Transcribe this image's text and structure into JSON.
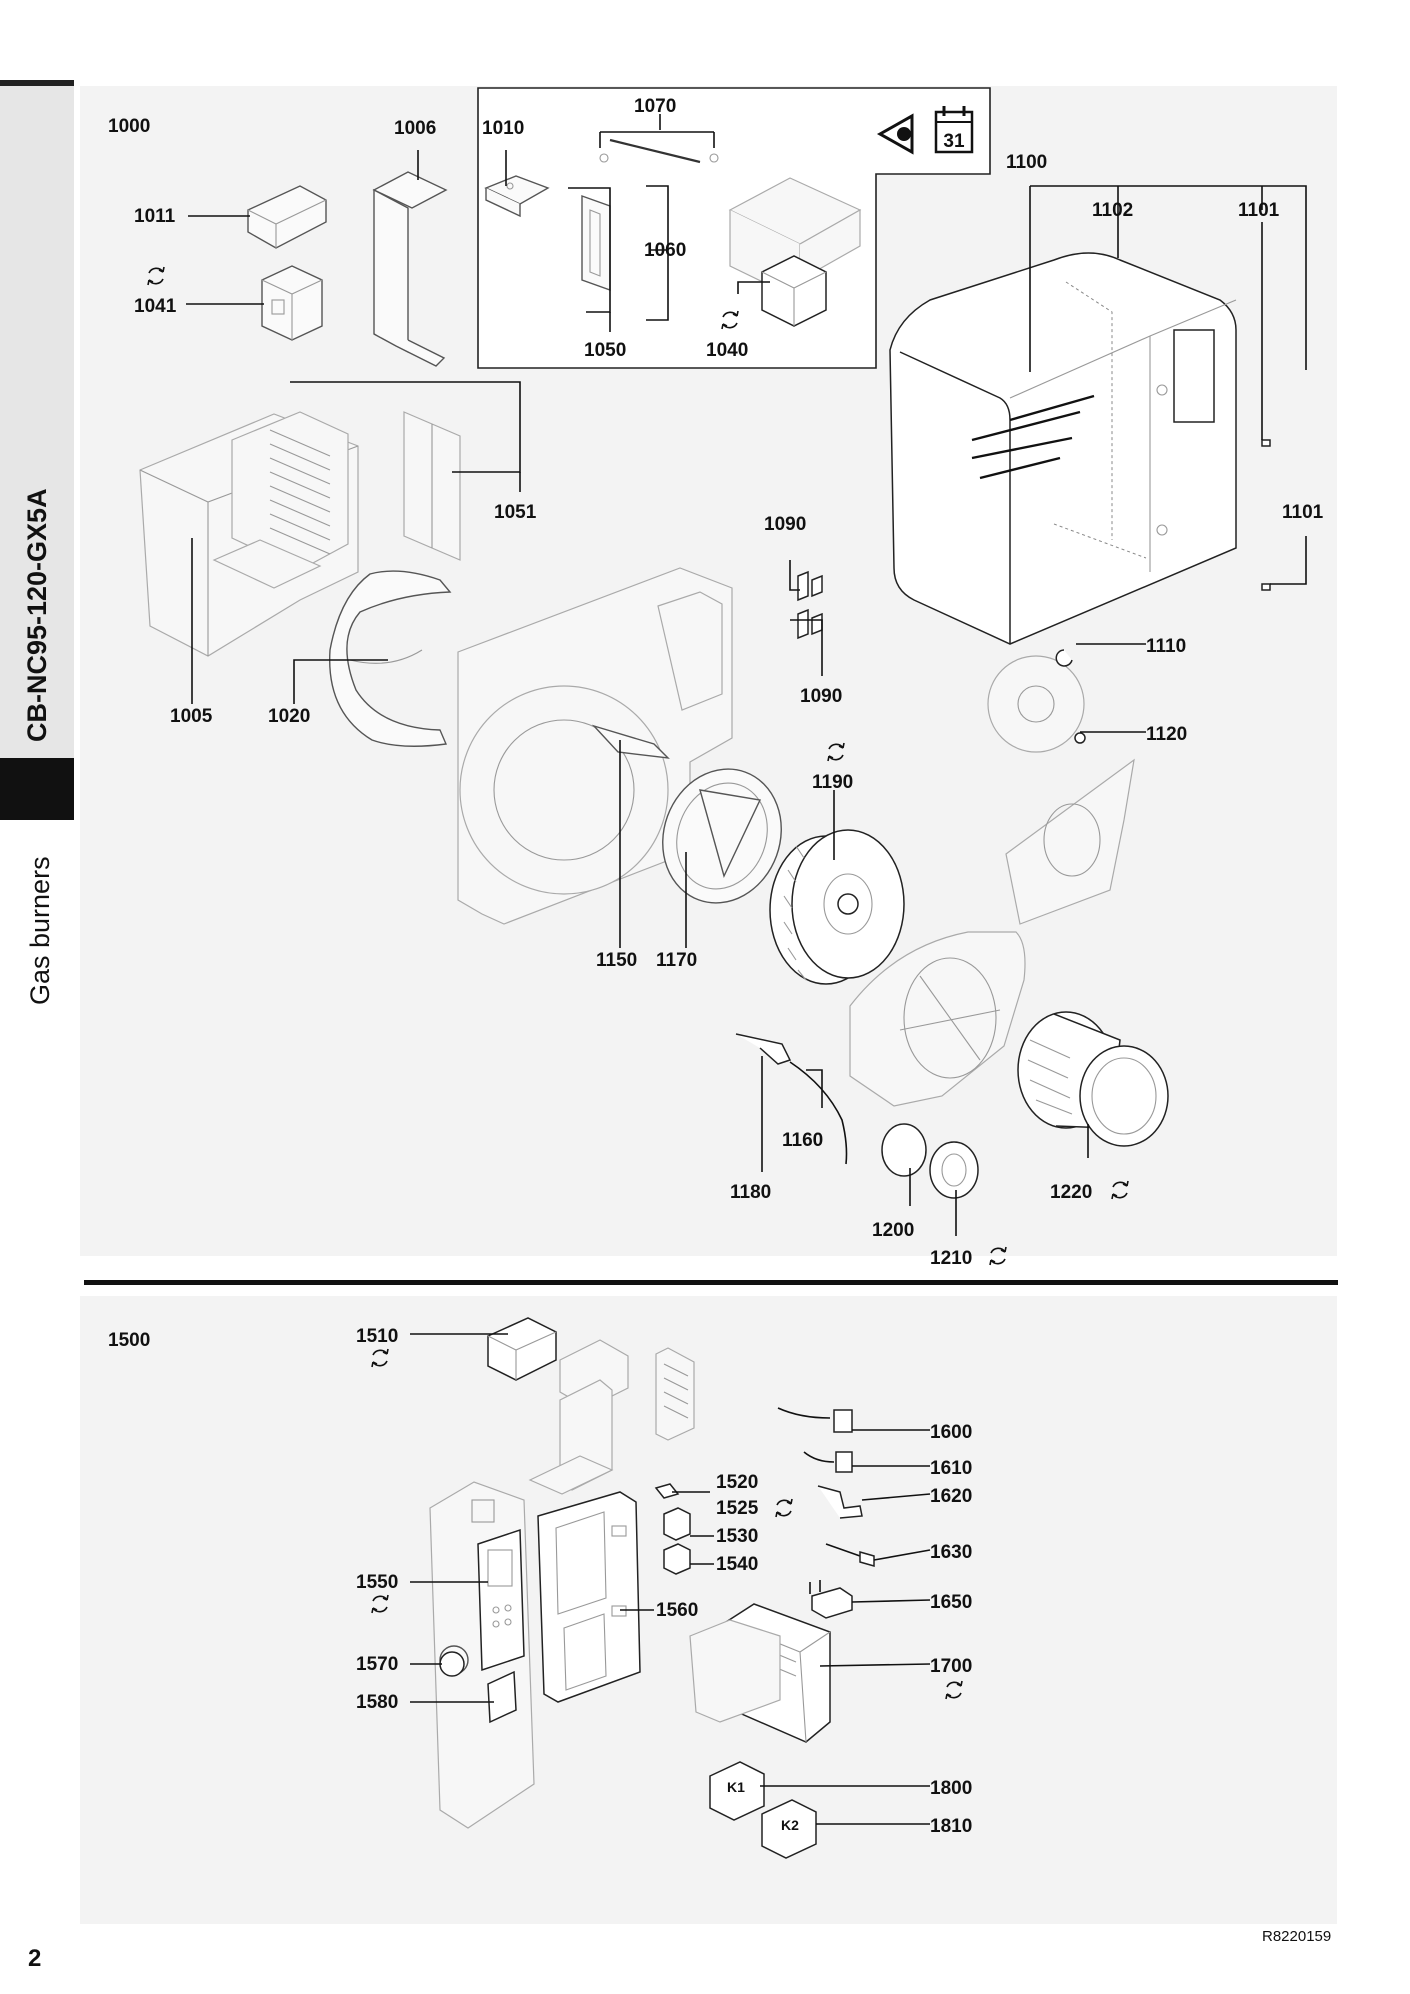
{
  "sidebar": {
    "model": "CB-NC95-120-GX5A",
    "section": "Gas burners"
  },
  "page_number": "2",
  "reference_code": "R8220159",
  "calendar_icon_label": "31",
  "groups": {
    "top": "1000",
    "bottom": "1500"
  },
  "labels": {
    "p1006": "1006",
    "p1010": "1010",
    "p1070": "1070",
    "p1011": "1011",
    "p1060": "1060",
    "p1041": "1041",
    "p1050": "1050",
    "p1040": "1040",
    "p1100": "1100",
    "p1102": "1102",
    "p1101a": "1101",
    "p1101b": "1101",
    "p1051": "1051",
    "p1090a": "1090",
    "p1090b": "1090",
    "p1005": "1005",
    "p1020": "1020",
    "p1110": "1110",
    "p1120": "1120",
    "p1190": "1190",
    "p1150": "1150",
    "p1170": "1170",
    "p1160": "1160",
    "p1180": "1180",
    "p1200": "1200",
    "p1220": "1220",
    "p1210": "1210",
    "p1510": "1510",
    "p1600": "1600",
    "p1610": "1610",
    "p1520": "1520",
    "p1525": "1525",
    "p1620": "1620",
    "p1530": "1530",
    "p1630": "1630",
    "p1540": "1540",
    "p1550": "1550",
    "p1650": "1650",
    "p1560": "1560",
    "p1570": "1570",
    "p1700": "1700",
    "p1580": "1580",
    "p1800": "1800",
    "p1810": "1810"
  },
  "icons": {
    "exchange": "exchange-icon",
    "eye": "inspection-eye-icon",
    "calendar": "calendar-icon"
  }
}
